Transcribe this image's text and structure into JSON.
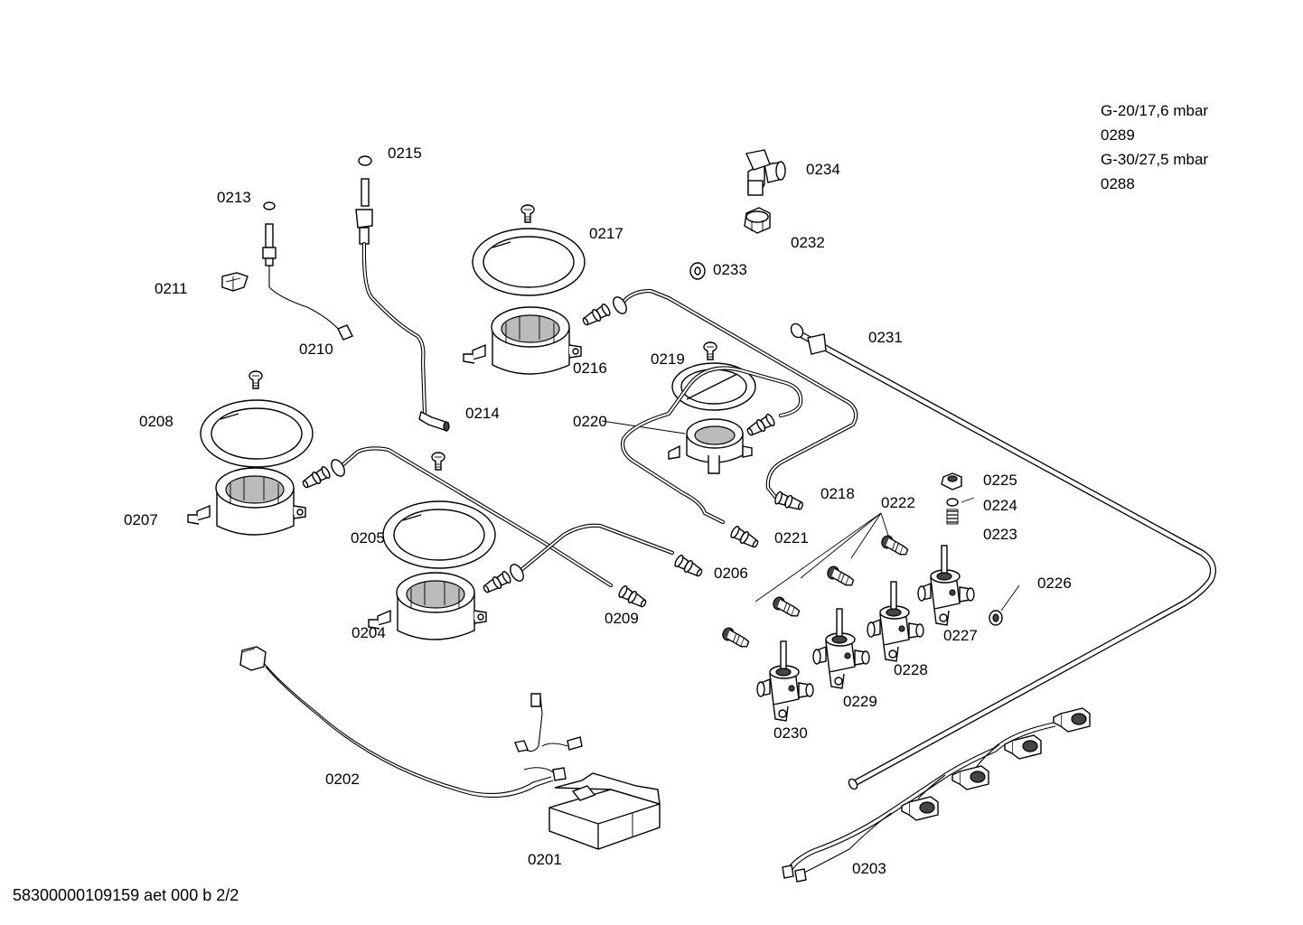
{
  "notes": {
    "line1": "G-20/17,6 mbar",
    "line2": "0289",
    "line3": "G-30/27,5 mbar",
    "line4": "0288"
  },
  "footer": "58300000109159 aet 000 b 2/2",
  "labels": {
    "p0201": "0201",
    "p0202": "0202",
    "p0203": "0203",
    "p0204": "0204",
    "p0205": "0205",
    "p0206": "0206",
    "p0207": "0207",
    "p0208": "0208",
    "p0209": "0209",
    "p0210": "0210",
    "p0211": "0211",
    "p0213": "0213",
    "p0214": "0214",
    "p0215": "0215",
    "p0216": "0216",
    "p0217": "0217",
    "p0218": "0218",
    "p0219": "0219",
    "p0220": "0220",
    "p0221": "0221",
    "p0222": "0222",
    "p0223": "0223",
    "p0224": "0224",
    "p0225": "0225",
    "p0226": "0226",
    "p0227": "0227",
    "p0228": "0228",
    "p0229": "0229",
    "p0230": "0230",
    "p0231": "0231",
    "p0232": "0232",
    "p0233": "0233",
    "p0234": "0234"
  }
}
